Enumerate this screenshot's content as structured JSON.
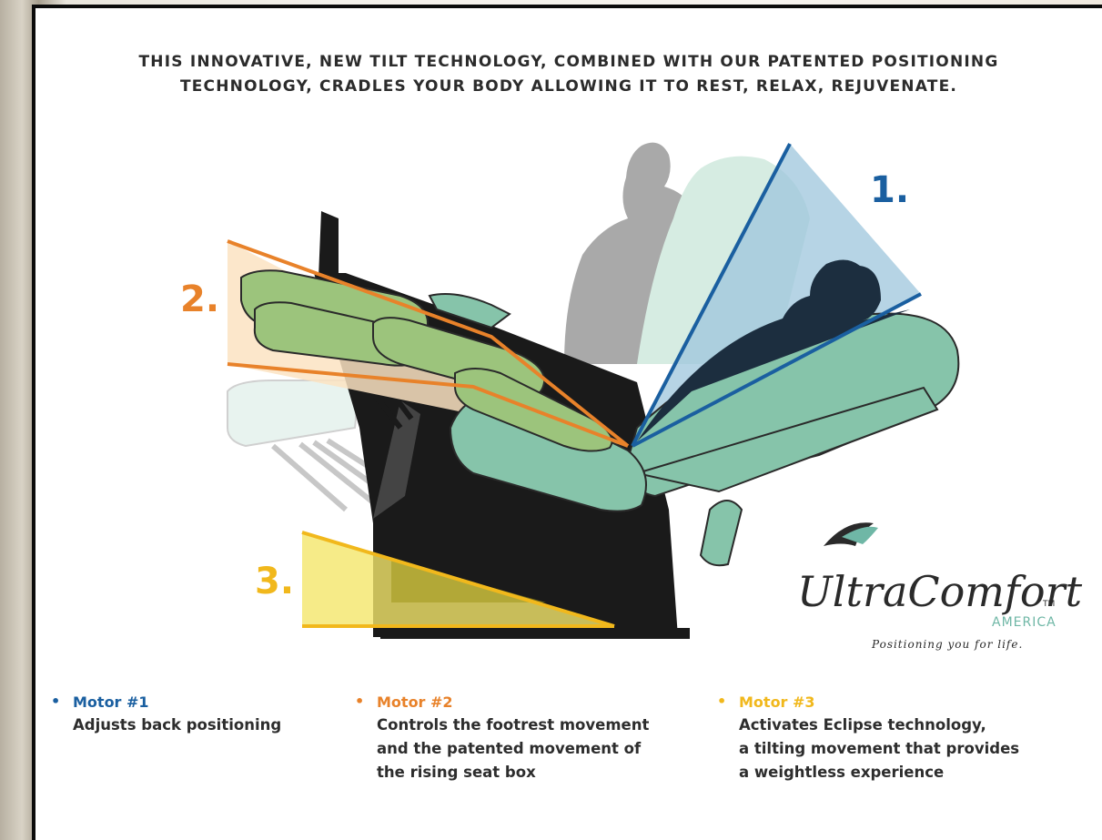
{
  "headline": {
    "line1": "THIS INNOVATIVE, NEW TILT TECHNOLOGY, COMBINED WITH OUR PATENTED POSITIONING",
    "line2": "TECHNOLOGY, CRADLES YOUR BODY ALLOWING IT TO REST, RELAX, REJUVENATE."
  },
  "diagram_labels": {
    "one": "1.",
    "two": "2.",
    "three": "3."
  },
  "logo": {
    "brand": "UltraComfort",
    "tm": "TM",
    "sub": "AMERICA",
    "tagline": "Positioning you for life."
  },
  "motors": [
    {
      "title": "Motor #1",
      "desc": "Adjusts back positioning"
    },
    {
      "title": "Motor #2",
      "desc": "Controls the footrest movement\nand the patented movement of\nthe rising seat box"
    },
    {
      "title": "Motor #3",
      "desc": "Activates Eclipse technology,\na tilting movement that provides\na weightless experience"
    }
  ],
  "colors": {
    "motor1": "#1a5fa0",
    "motor2": "#e8822a",
    "motor3": "#f1b81c",
    "chair_green": "#86c4aa",
    "silhouette": "#1c2e3f"
  }
}
